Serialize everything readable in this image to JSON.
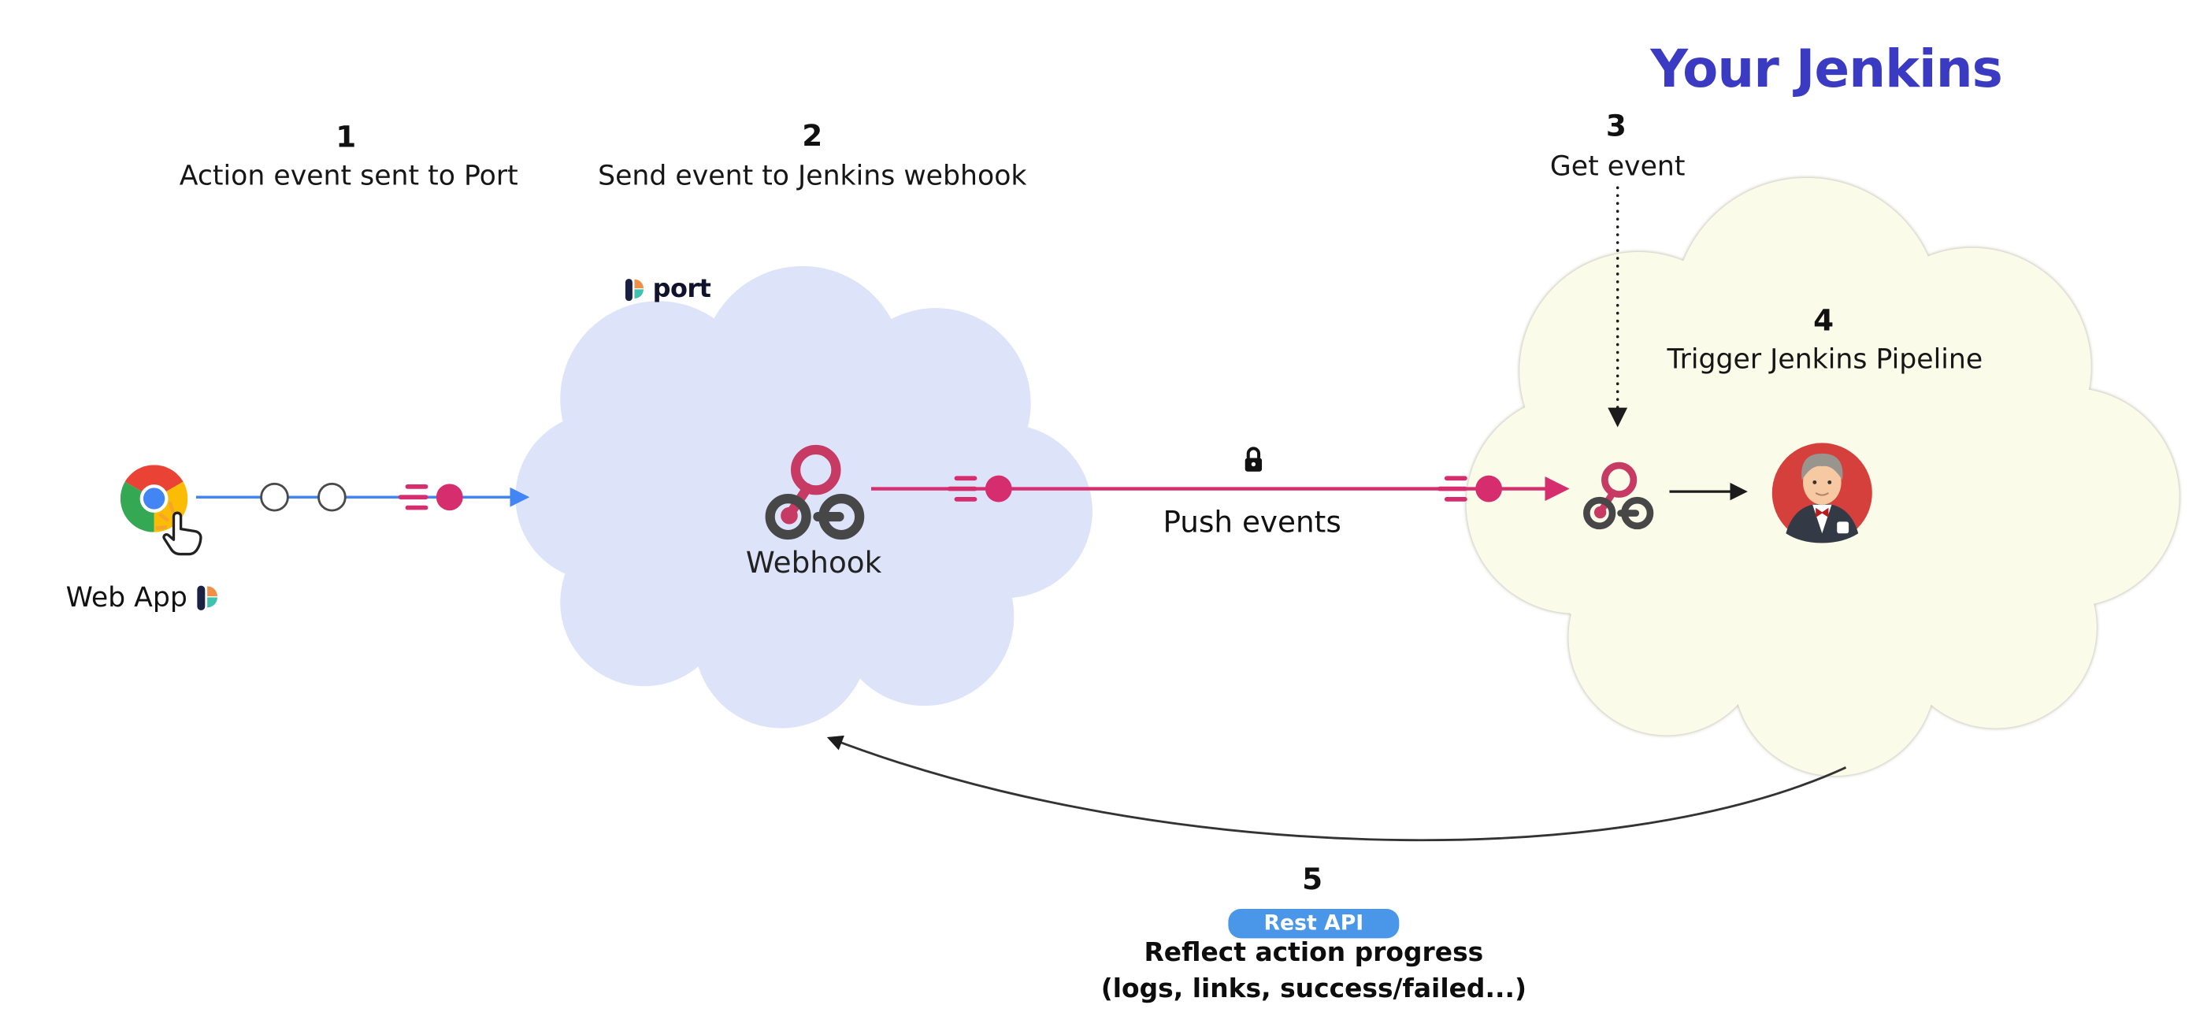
{
  "header": {
    "title": "Your Jenkins"
  },
  "steps": [
    {
      "number": "1",
      "label": "Action event sent to Port"
    },
    {
      "number": "2",
      "label": "Send event to Jenkins webhook"
    },
    {
      "number": "3",
      "label": "Get event"
    },
    {
      "number": "4",
      "label": "Trigger Jenkins Pipeline"
    },
    {
      "number": "5",
      "label": ""
    }
  ],
  "source": {
    "label": "Web App"
  },
  "port_cloud": {
    "brand": "port",
    "node_label": "Webhook"
  },
  "transport": {
    "label": "Push events"
  },
  "feedback": {
    "badge": "Rest API",
    "line1": "Reflect action progress",
    "line2": "(logs, links, success/failed...)"
  },
  "icons": {
    "browser": "chrome-icon",
    "cursor": "pointer-hand-icon",
    "brand": "port-logo-icon",
    "webhook": "webhook-icon",
    "security": "lock-icon",
    "ci": "jenkins-butler-icon"
  },
  "colors": {
    "title_text": "#3a3ac2",
    "port_cloud_fill": "#dde4f9",
    "jenkins_cloud_fill": "#fbfbe9",
    "jenkins_cloud_border": "#cfcfc2",
    "blue_arrow": "#4285f4",
    "event_dot": "#d62d6e",
    "webhook_crimson": "#c73a63",
    "webhook_gray": "#474747",
    "rest_api_badge_bg": "#4a96e8"
  }
}
